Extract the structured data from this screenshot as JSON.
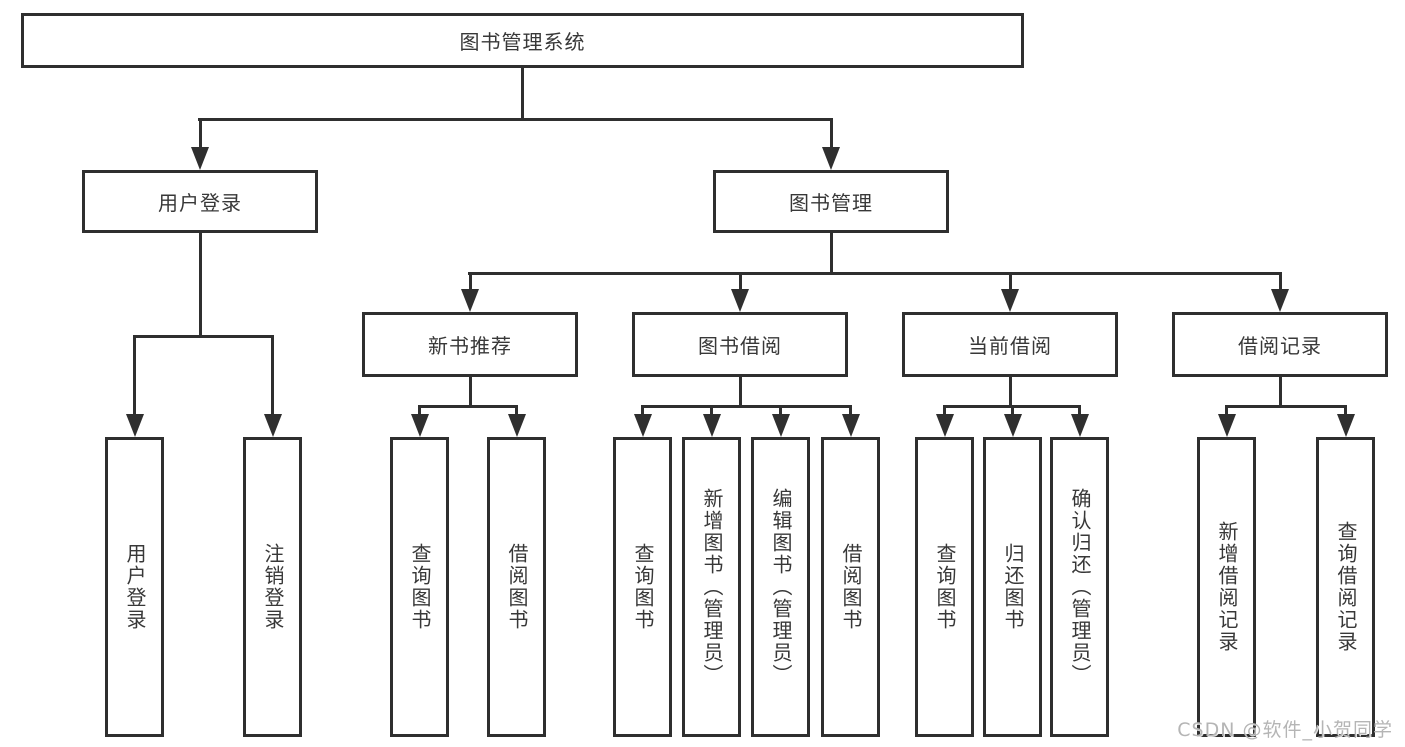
{
  "root": {
    "label": "图书管理系统"
  },
  "level1": {
    "user_login": {
      "label": "用户登录"
    },
    "book_management": {
      "label": "图书管理"
    }
  },
  "level2": {
    "new_book_recommend": {
      "label": "新书推荐"
    },
    "book_borrow": {
      "label": "图书借阅"
    },
    "current_borrow": {
      "label": "当前借阅"
    },
    "borrow_records": {
      "label": "借阅记录"
    }
  },
  "leaves": {
    "user_login": {
      "label": "用户登录"
    },
    "logout": {
      "label": "注销登录"
    },
    "nb_query": {
      "label": "查询图书"
    },
    "nb_borrow": {
      "label": "借阅图书"
    },
    "bb_query": {
      "label": "查询图书"
    },
    "bb_add": {
      "label": "新增图书（管理员）"
    },
    "bb_edit": {
      "label": "编辑图书（管理员）"
    },
    "bb_borrow": {
      "label": "借阅图书"
    },
    "cb_query": {
      "label": "查询图书"
    },
    "cb_return": {
      "label": "归还图书"
    },
    "cb_confirm": {
      "label": "确认归还（管理员）"
    },
    "br_add": {
      "label": "新增借阅记录"
    },
    "br_query": {
      "label": "查询借阅记录"
    }
  },
  "watermark": {
    "label": "CSDN @软件_小贺同学"
  },
  "colors": {
    "line": "#2f2f2f",
    "text": "#383838",
    "watermark": "#b5b5b5",
    "background": "#ffffff"
  }
}
